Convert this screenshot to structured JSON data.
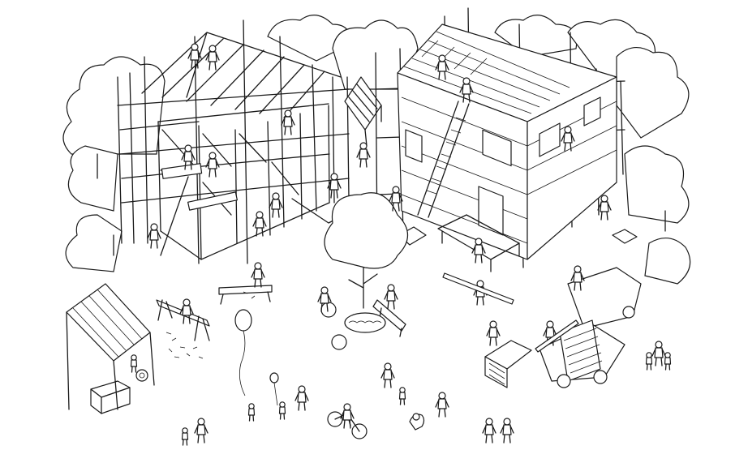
{
  "scene": {
    "kind": "line-illustration",
    "colors": {
      "ink": "#1a1a1a",
      "paper": "#ffffff",
      "shade": "#e9e9e9"
    },
    "houses": [
      {
        "stage": "timber-frame"
      },
      {
        "stage": "roofing-and-siding"
      }
    ]
  }
}
